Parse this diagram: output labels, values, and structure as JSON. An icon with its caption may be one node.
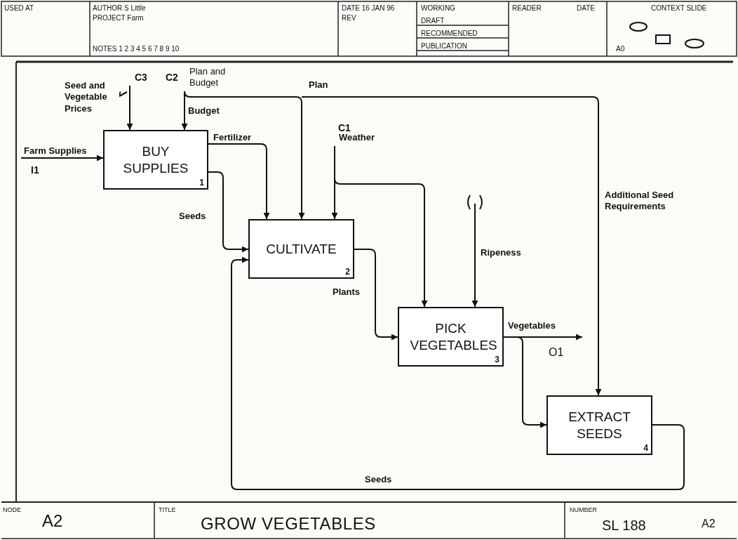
{
  "diagram": {
    "title": "GROW VEGETABLES",
    "nodes": [
      {
        "text": [
          "BUY SUPPLIES",
          "1"
        ]
      },
      {
        "text": [
          "CULTIVATE",
          "2"
        ]
      },
      {
        "text": [
          "PICK VEGETABLES",
          "3"
        ]
      },
      {
        "text": [
          "EXTRACT SEEDS",
          "4"
        ]
      }
    ],
    "edges": [
      {
        "from": null,
        "to": 0,
        "arrow": "to",
        "label": "Farm Supplies"
      },
      {
        "from": null,
        "to": 0,
        "arrow": "to",
        "label": "Seed and Vegetable Prices"
      },
      {
        "from": null,
        "to": 0,
        "arrow": "to",
        "label": "Budget"
      },
      {
        "from": null,
        "to": 1,
        "arrow": "to",
        "label": "Plan"
      },
      {
        "from": null,
        "to": 3,
        "arrow": "to",
        "label": "Additional Seed Requirements"
      },
      {
        "from": 0,
        "to": 1,
        "arrow": "to",
        "label": "Fertilizer"
      },
      {
        "from": 0,
        "to": 1,
        "arrow": "to",
        "label": "Seeds"
      },
      {
        "from": null,
        "to": 1,
        "arrow": "to",
        "label": "Weather"
      },
      {
        "from": null,
        "to": 2,
        "arrow": "to"
      },
      {
        "from": null,
        "to": 2,
        "arrow": "to",
        "label": "Ripeness"
      },
      {
        "from": 1,
        "to": 2,
        "arrow": "to",
        "label": "Plants"
      },
      {
        "from": 2,
        "to": null,
        "arrow": "to",
        "label": "Vegetables"
      },
      {
        "from": 2,
        "to": 3,
        "arrow": "to"
      },
      {
        "from": 3,
        "to": 1,
        "arrow": "to",
        "label": "Seeds"
      }
    ],
    "labels": [
      "USED AT",
      "AUTHOR S Little",
      "PROJECT Farm",
      "NOTES 1 2 3 4 5 6 7 8 9 10",
      "DATE 16 JAN 96",
      "REV",
      "WORKING",
      "DRAFT",
      "RECOMMENDED",
      "PUBLICATION",
      "READER",
      "DATE",
      "CONTEXT SLIDE",
      "A0",
      "Plan and Budget",
      "C3",
      "C2",
      "I1",
      "C1",
      "O1",
      "NODE",
      "A2",
      "TITLE",
      "NUMBER",
      "SL 188",
      "A2"
    ]
  }
}
